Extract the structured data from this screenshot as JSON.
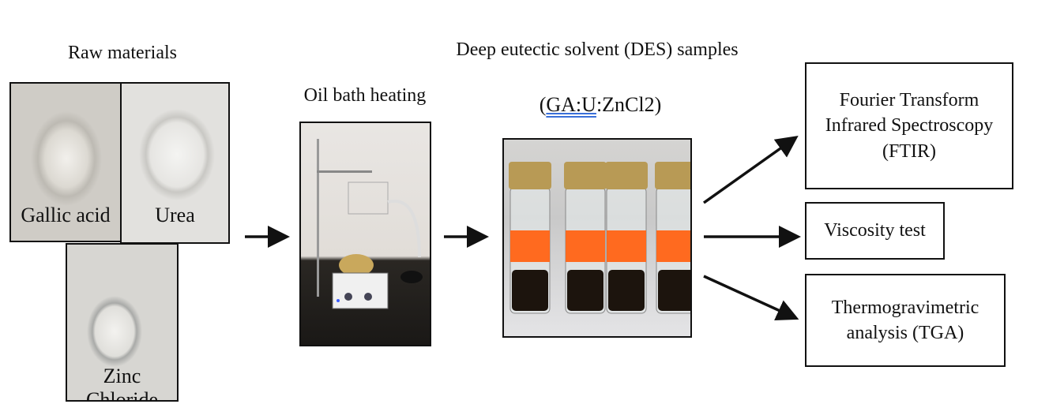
{
  "raw_materials": {
    "title": "Raw materials",
    "items": [
      "Gallic acid",
      "Urea",
      "Zinc Chloride"
    ]
  },
  "oil_bath": {
    "title": "Oil bath heating"
  },
  "des": {
    "title": "Deep eutectic solvent (DES) samples",
    "formula_open": "(",
    "formula_underlined": "GA:U",
    "formula_rest": ":ZnCl2)"
  },
  "analyses": [
    {
      "line1": "Fourier Transform",
      "line2": "Infrared Spectroscopy",
      "line3": "(FTIR)"
    },
    {
      "line1": "Viscosity test"
    },
    {
      "line1": "Thermogravimetric",
      "line2": "analysis (TGA)"
    }
  ],
  "colors": {
    "label_orange": "#ff6a1f",
    "cap_gold": "#b89a55",
    "liquid": "#1c140d"
  }
}
